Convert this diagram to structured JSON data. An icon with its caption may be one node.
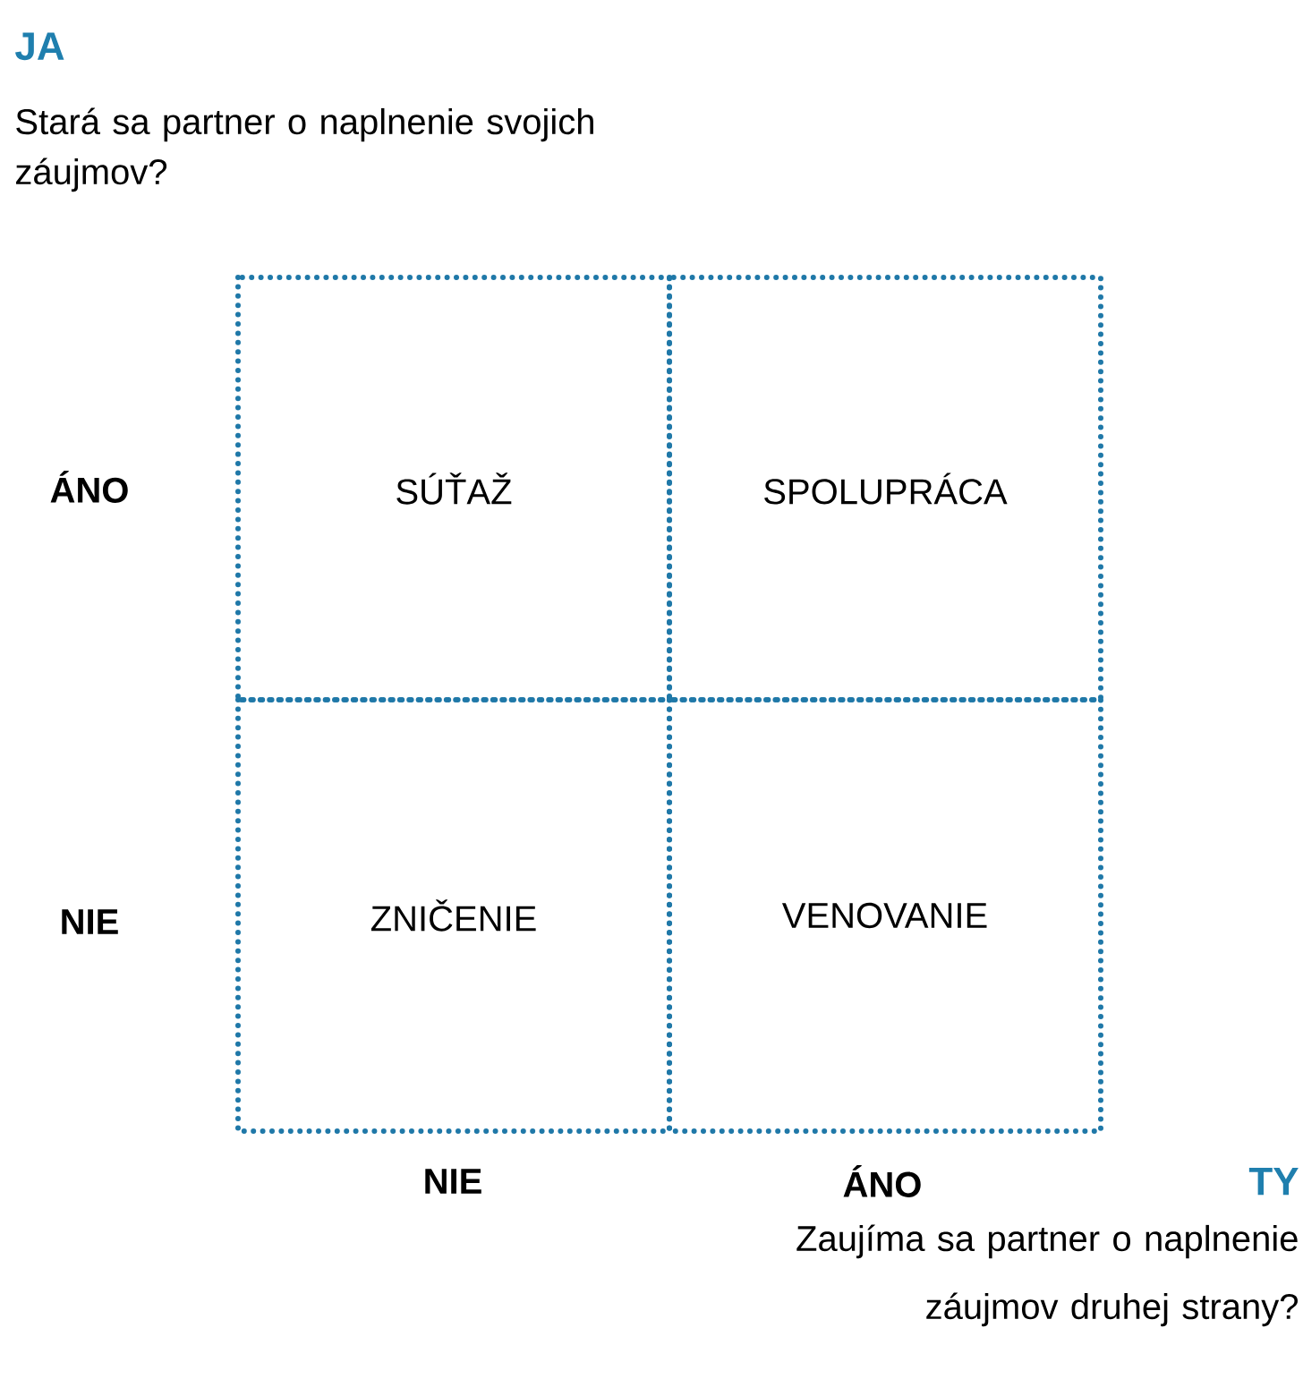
{
  "diagram": {
    "nodes": [
      {
        "text": [
          "SÚŤAŽ"
        ]
      },
      {
        "text": [
          "SPOLUPRÁCA"
        ]
      },
      {
        "text": [
          "ZNIČENIE"
        ]
      },
      {
        "text": [
          "VENOVANIE"
        ]
      }
    ],
    "labels": [
      "JA",
      "Stará sa partner o naplnenie svojich záujmov?",
      "ÁNO",
      "NIE",
      "NIE",
      "ÁNO",
      "TY",
      "Zaujíma sa partner o naplnenie záujmov druhej strany?"
    ]
  }
}
